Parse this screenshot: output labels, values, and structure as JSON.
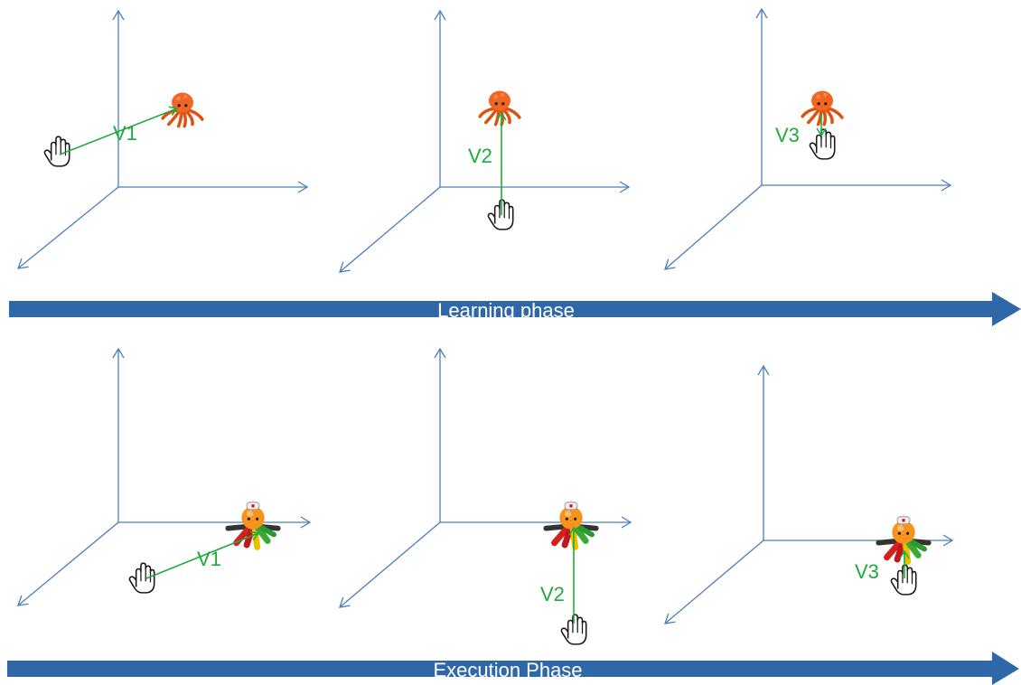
{
  "colors": {
    "axis": "#4a7ebb",
    "vector": "#1faa3c",
    "phase_bar": "#2e68a9",
    "phase_text": "#ffffff",
    "octopus_orange": "#f26522",
    "hand": "#1a1a1a"
  },
  "icons": [
    "hand-icon",
    "octopus-icon"
  ],
  "learning": {
    "phase_label": "Learning phase",
    "panels": [
      {
        "vector_label": "V1"
      },
      {
        "vector_label": "V2"
      },
      {
        "vector_label": "V3"
      }
    ]
  },
  "execution": {
    "phase_label": "Execution Phase",
    "panels": [
      {
        "vector_label": "V1"
      },
      {
        "vector_label": "V2"
      },
      {
        "vector_label": "V3"
      }
    ]
  }
}
